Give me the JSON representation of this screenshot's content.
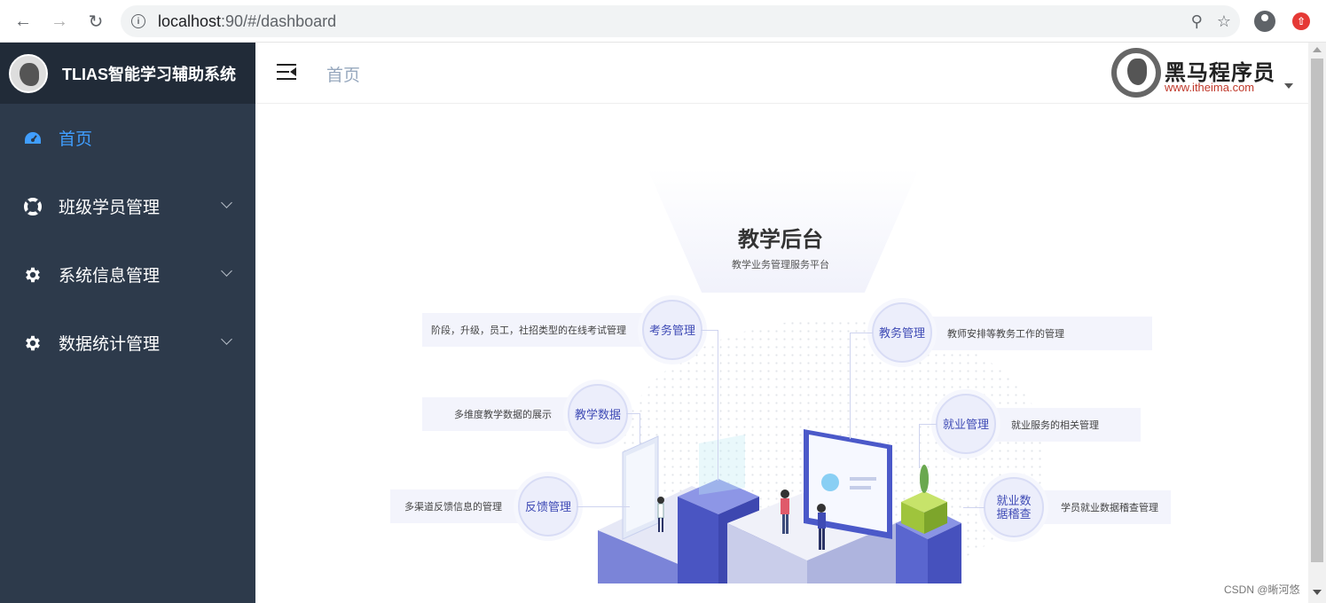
{
  "browser": {
    "url_host": "localhost",
    "url_path": ":90/#/dashboard"
  },
  "sidebar": {
    "brand_title": "TLIAS智能学习辅助系统",
    "items": [
      {
        "label": "首页",
        "icon": "dashboard-icon",
        "active": true
      },
      {
        "label": "班级学员管理",
        "icon": "lifebuoy-icon",
        "expandable": true
      },
      {
        "label": "系统信息管理",
        "icon": "gear-icon",
        "expandable": true
      },
      {
        "label": "数据统计管理",
        "icon": "gear-icon",
        "expandable": true
      }
    ]
  },
  "header": {
    "breadcrumb": "首页",
    "org_name": "黑马程序员",
    "org_url": "www.itheima.com"
  },
  "hero": {
    "title": "教学后台",
    "subtitle": "教学业务管理服务平台"
  },
  "features": {
    "exam": {
      "name": "考务管理",
      "desc": "阶段，升级，员工，社招类型的在线考试管理"
    },
    "teaching_data": {
      "name": "教学数据",
      "desc": "多维度教学数据的展示"
    },
    "feedback": {
      "name": "反馈管理",
      "desc": "多渠道反馈信息的管理"
    },
    "academic": {
      "name": "教务管理",
      "desc": "教师安排等教务工作的管理"
    },
    "employment": {
      "name": "就业管理",
      "desc": "就业服务的相关管理"
    },
    "employment_audit": {
      "name": "就业数据稽查",
      "desc": "学员就业数据稽查管理"
    }
  },
  "watermark": "CSDN @晰河悠",
  "colors": {
    "sidebar_bg": "#2d3a4b",
    "brand_bg": "#212b38",
    "active": "#409eff",
    "feature_text": "#3f4bb5"
  }
}
